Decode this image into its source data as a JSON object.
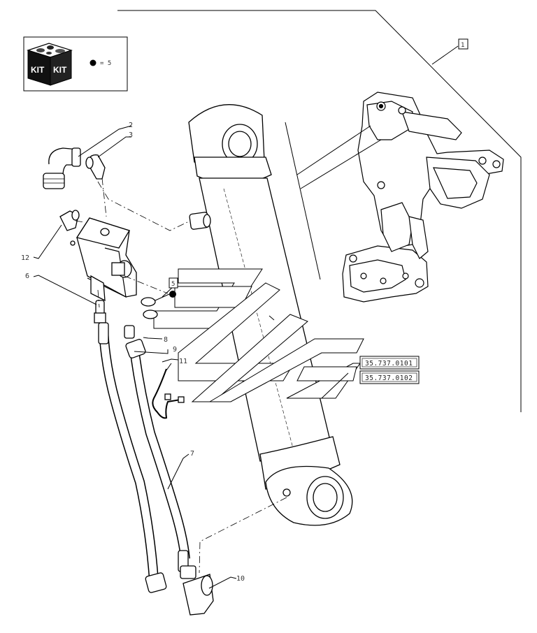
{
  "kit": {
    "label_left": "KIT",
    "label_right": "KIT",
    "legend_text": "= 5"
  },
  "callouts": {
    "c1": "1",
    "c2": "2",
    "c3": "3",
    "c5": "5",
    "c6": "6",
    "c7": "7",
    "c8": "8",
    "c9": "9",
    "c10": "10",
    "c11": "11",
    "c12": "12"
  },
  "references": [
    "35.737.0101",
    "35.737.0102"
  ]
}
